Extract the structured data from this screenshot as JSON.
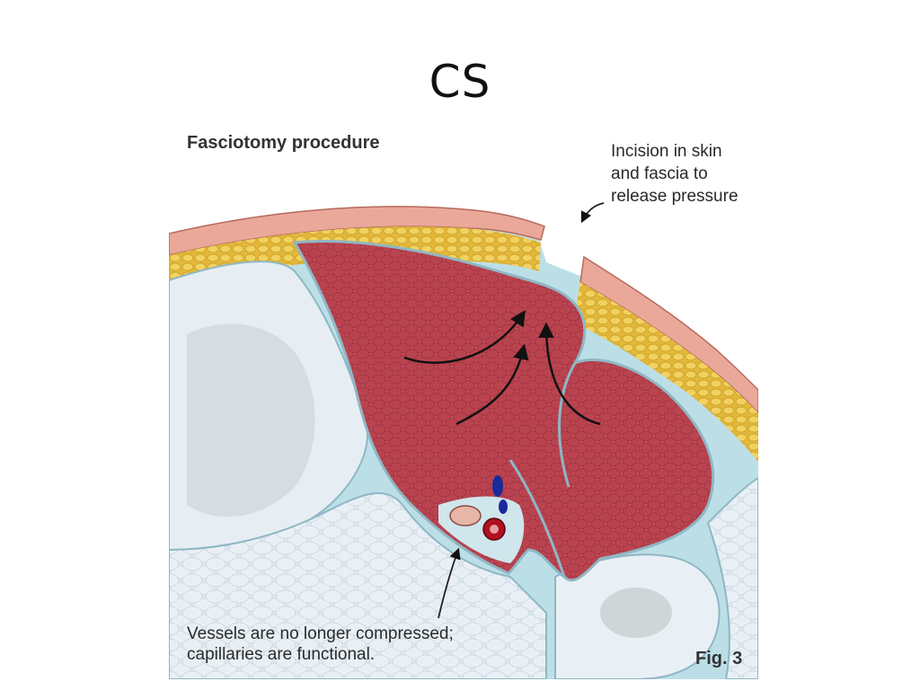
{
  "slide": {
    "title": "CS"
  },
  "figure": {
    "heading": "Fasciotomy procedure",
    "incision_label": "Incision in skin\nand fascia to\nrelease pressure",
    "vessels_label": "Vessels are no longer compressed;\ncapillaries are functional.",
    "fig_number": "Fig. 3"
  },
  "colors": {
    "muscle": "#c8505a",
    "muscle_cell": "#b13e4a",
    "fascia": "#a9d4de",
    "bone": "#e6eef3",
    "fat": "#e8c44a",
    "skin": "#e9a89a",
    "artery": "#b01020",
    "vein": "#1a2a9a",
    "arrow": "#111111"
  }
}
